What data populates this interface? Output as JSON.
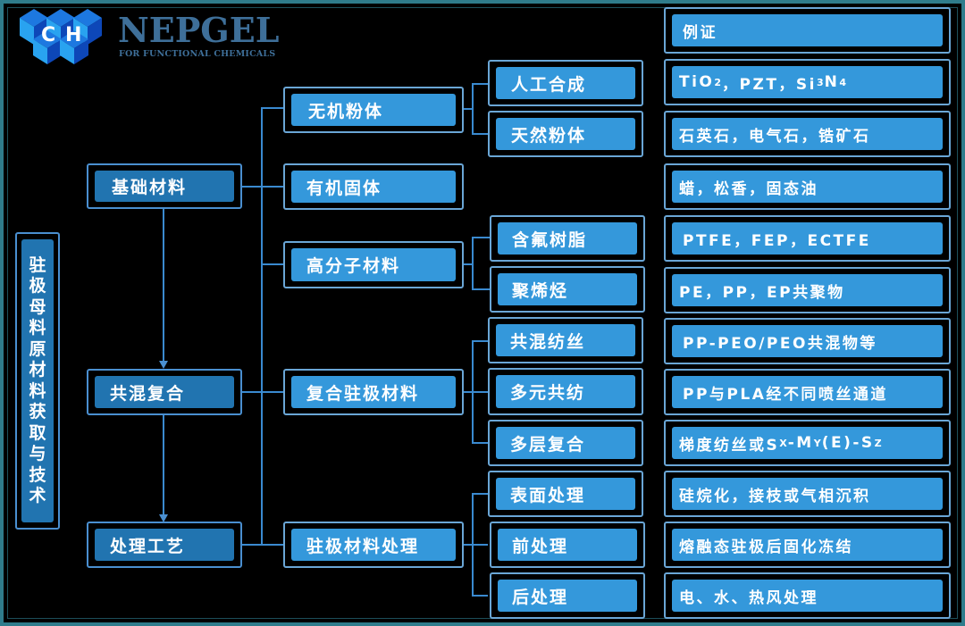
{
  "logo": {
    "letters": [
      "C",
      "H"
    ],
    "brand": "NEPGEL",
    "tagline": "FOR FUNCTIONAL CHEMICALS",
    "colors": {
      "cube_light": "#29a3f0",
      "cube_dark": "#0d47b8",
      "brand_text": "#3e6f99"
    }
  },
  "colors": {
    "background": "#000000",
    "frame": "#2f7c8c",
    "box_fill": "#3498db",
    "box_fill_dark": "#2174b0",
    "box_border": "#6aa6d6",
    "connector": "#3a8ad0",
    "text": "#ffffff"
  },
  "root": {
    "label": "驻极母料原材料获取与技术",
    "chars": [
      "驻",
      "极",
      "母",
      "料",
      "原",
      "材",
      "料",
      "获",
      "取",
      "与",
      "技",
      "术"
    ]
  },
  "stages": [
    {
      "label": "基础材料"
    },
    {
      "label": "共混复合"
    },
    {
      "label": "处理工艺"
    }
  ],
  "categories": [
    {
      "label": "无机粉体"
    },
    {
      "label": "有机固体"
    },
    {
      "label": "高分子材料"
    },
    {
      "label": "复合驻极材料"
    },
    {
      "label": "驻极材料处理"
    }
  ],
  "subcategories": [
    {
      "label": "人工合成"
    },
    {
      "label": "天然粉体"
    },
    {
      "label": "含氟树脂"
    },
    {
      "label": "聚烯烃"
    },
    {
      "label": "共混纺丝"
    },
    {
      "label": "多元共纺"
    },
    {
      "label": "多层复合"
    },
    {
      "label": "表面处理"
    },
    {
      "label": "前处理"
    },
    {
      "label": "后处理"
    }
  ],
  "examples": {
    "header": "例证",
    "items": [
      {
        "parts": [
          "TiO",
          "2",
          "，PZT，Si",
          "3",
          "N",
          "4"
        ]
      },
      {
        "text": "石英石，电气石，锆矿石"
      },
      {
        "text": "蜡，松香，固态油"
      },
      {
        "text": "PTFE，FEP，ECTFE"
      },
      {
        "text": "PE，PP，EP共聚物"
      },
      {
        "text": "PP-PEO/PEO共混物等"
      },
      {
        "text": "PP与PLA经不同喷丝通道"
      },
      {
        "parts": [
          "梯度纺丝或S",
          "X",
          "-M",
          "Y",
          "(E)-S",
          "Z"
        ]
      },
      {
        "text": "硅烷化，接枝或气相沉积"
      },
      {
        "text": "熔融态驻极后固化冻结"
      },
      {
        "text": "电、水、热风处理"
      }
    ]
  }
}
